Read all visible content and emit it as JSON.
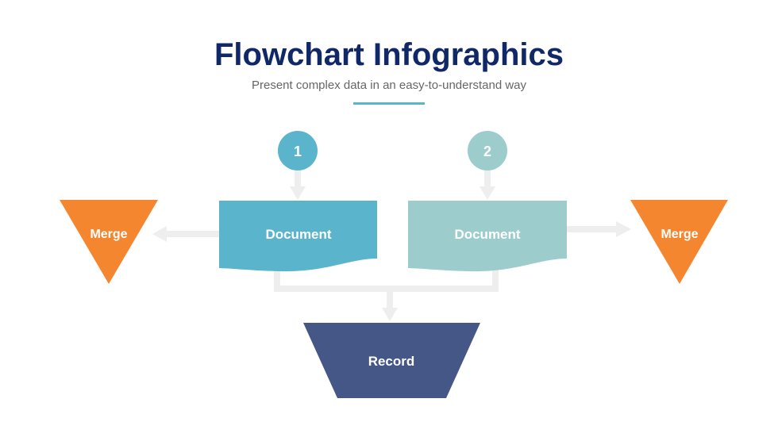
{
  "header": {
    "title": "Flowchart Infographics",
    "subtitle": "Present complex data in an easy-to-understand way"
  },
  "flow": {
    "step1": {
      "number": "1",
      "label": "Document"
    },
    "step2": {
      "number": "2",
      "label": "Document"
    },
    "merge_left": {
      "label": "Merge"
    },
    "merge_right": {
      "label": "Merge"
    },
    "record": {
      "label": "Record"
    }
  },
  "colors": {
    "title": "#102868",
    "accent_blue": "#5ab4cc",
    "accent_teal": "#9ccdcc",
    "orange": "#f58630",
    "navy": "#445786",
    "connector": "#eeeeee"
  }
}
